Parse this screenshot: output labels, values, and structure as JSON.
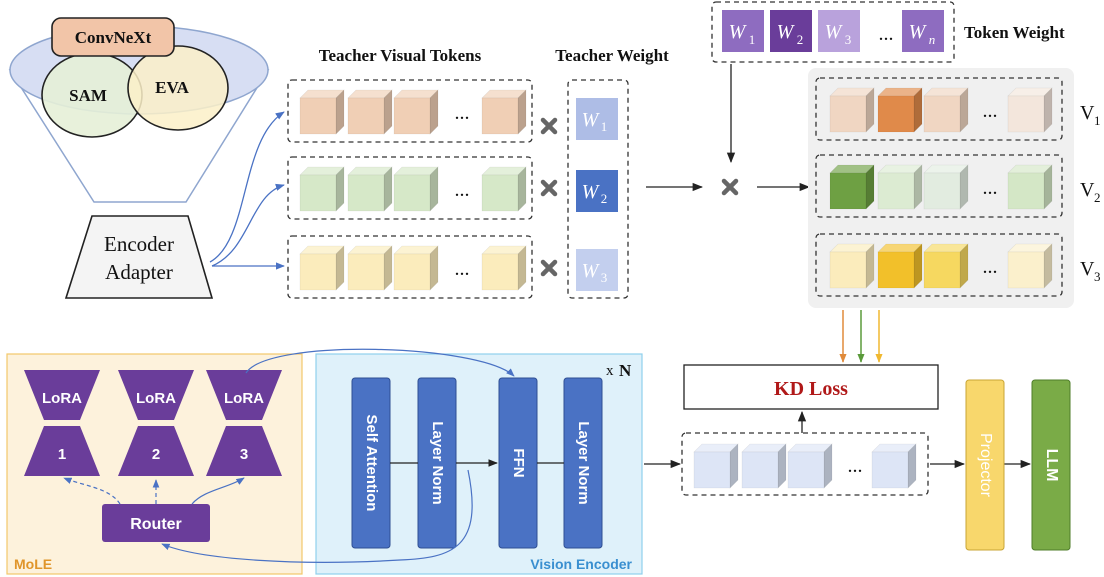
{
  "encoders": {
    "convnext": "ConvNeXt",
    "sam": "SAM",
    "eva": "EVA"
  },
  "adapter": {
    "line1": "Encoder",
    "line2": "Adapter"
  },
  "teacher_tokens": {
    "title": "Teacher Visual Tokens",
    "ellipsis": "..."
  },
  "teacher_weight": {
    "title": "Teacher Weight",
    "w1": "W",
    "w1_sub": "1",
    "w2": "W",
    "w2_sub": "2",
    "w3": "W",
    "w3_sub": "3"
  },
  "token_weight": {
    "title": "Token Weight",
    "w": "W",
    "subs": [
      "1",
      "2",
      "3",
      "n"
    ],
    "ellipsis": "..."
  },
  "fused": {
    "labels": [
      "V",
      "V",
      "V"
    ],
    "subs": [
      "1",
      "2",
      "3"
    ],
    "ellipsis": "..."
  },
  "kd_loss": "KD Loss",
  "mole": {
    "label": "MoLE",
    "lora": "LoRA",
    "experts": [
      "1",
      "2",
      "3"
    ],
    "router": "Router"
  },
  "vision_encoder": {
    "label": "Vision Encoder",
    "repeat_prefix": "x",
    "repeat": "N",
    "blocks": [
      "Self Attention",
      "Layer Norm",
      "FFN",
      "Layer Norm"
    ]
  },
  "student_tokens": {
    "ellipsis": "..."
  },
  "projector": "Projector",
  "llm": "LLM",
  "colors": {
    "purple_dark": "#6a3d9a",
    "purple_mid": "#8e6cc0",
    "purple_light": "#b9a2dc",
    "blue_block": "#4a72c4",
    "kd_text": "#b01818",
    "mole_bg": "#fdf2dc",
    "mole_border": "#f2c86a",
    "ve_bg": "#dff1fa",
    "ve_border": "#8fd0ec",
    "projector": "#f8d76c",
    "llm": "#7aab47"
  }
}
